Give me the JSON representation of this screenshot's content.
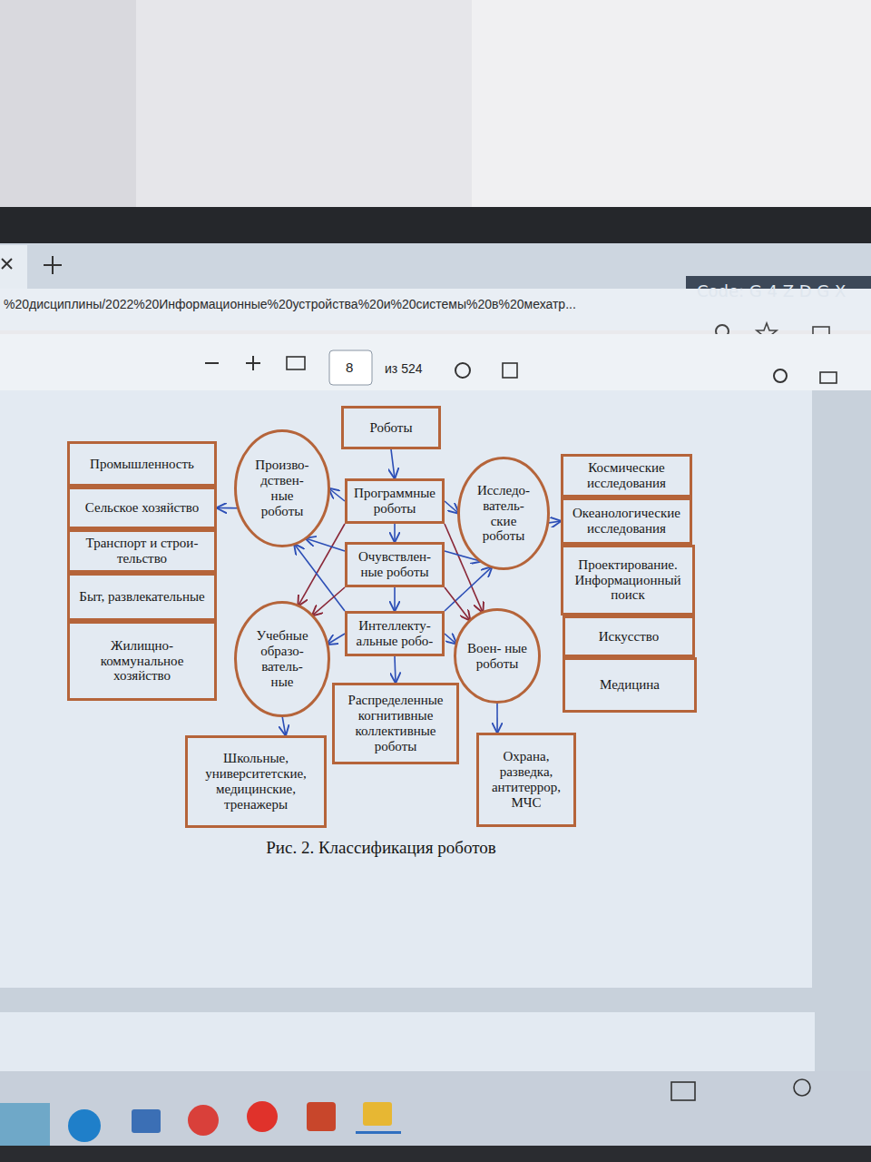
{
  "diagram": {
    "caption": "Рис. 2. Классификация роботов",
    "nodes": [
      {
        "text": [
          "Роботы"
        ]
      },
      {
        "text": [
          "Промышленность"
        ]
      },
      {
        "text": [
          "Сельское хозяйство"
        ]
      },
      {
        "text": [
          "Транспорт и строи- тельство"
        ]
      },
      {
        "text": [
          "Быт, развлекательные"
        ]
      },
      {
        "text": [
          "Жилищно- коммунальное хозяйство"
        ]
      },
      {
        "text": [
          "Произво- дствен- ные роботы"
        ]
      },
      {
        "text": [
          "Программные роботы"
        ]
      },
      {
        "text": [
          "Исследо- ватель- ские роботы"
        ]
      },
      {
        "text": [
          "Космические исследования"
        ]
      },
      {
        "text": [
          "Океанологические исследования"
        ]
      },
      {
        "text": [
          "Проектирование. Информационный поиск"
        ]
      },
      {
        "text": [
          "Искусство"
        ]
      },
      {
        "text": [
          "Медицина"
        ]
      },
      {
        "text": [
          "Очувствлен- ные роботы"
        ]
      },
      {
        "text": [
          "Учебные образо- ватель- ные"
        ]
      },
      {
        "text": [
          "Интеллекту- альные робо-"
        ]
      },
      {
        "text": [
          "Воен- ные роботы"
        ]
      },
      {
        "text": [
          "Распределенные когнитивные коллективные роботы"
        ]
      },
      {
        "text": [
          "Школьные, университетские, медицинские, тренажеры"
        ]
      },
      {
        "text": [
          "Охрана, разведка, антитеррор, МЧС"
        ]
      }
    ],
    "edges": [
      {
        "from": 0,
        "to": 7,
        "arrow": "to"
      },
      {
        "from": 7,
        "to": 6,
        "arrow": "to"
      },
      {
        "from": 7,
        "to": 8,
        "arrow": "to"
      },
      {
        "from": 6,
        "to": 2,
        "arrow": "to"
      },
      {
        "from": 8,
        "to": 10,
        "arrow": "to"
      },
      {
        "from": 7,
        "to": 14,
        "arrow": "to"
      },
      {
        "from": 14,
        "to": 16,
        "arrow": "to"
      },
      {
        "from": 16,
        "to": 18,
        "arrow": "to"
      },
      {
        "from": 16,
        "to": 15,
        "arrow": "to"
      },
      {
        "from": 16,
        "to": 17,
        "arrow": "to"
      },
      {
        "from": 15,
        "to": 19,
        "arrow": "to"
      },
      {
        "from": 17,
        "to": 20,
        "arrow": "to"
      },
      {
        "from": 7,
        "to": 15,
        "arrow": "to"
      },
      {
        "from": 7,
        "to": 17,
        "arrow": "to"
      },
      {
        "from": 14,
        "to": 6,
        "arrow": "to"
      },
      {
        "from": 14,
        "to": 8,
        "arrow": "to"
      },
      {
        "from": 16,
        "to": 6,
        "arrow": "to"
      },
      {
        "from": 16,
        "to": 8,
        "arrow": "to"
      },
      {
        "from": 14,
        "to": 15,
        "arrow": "to"
      },
      {
        "from": 14,
        "to": 17,
        "arrow": "to"
      }
    ],
    "labels": [
      "Code: G 4 Z D G X",
      "%20дисциплины/2022%20Информационные%20устройства%20и%20системы%20в%20мехатр...",
      "8",
      "из 524"
    ]
  }
}
